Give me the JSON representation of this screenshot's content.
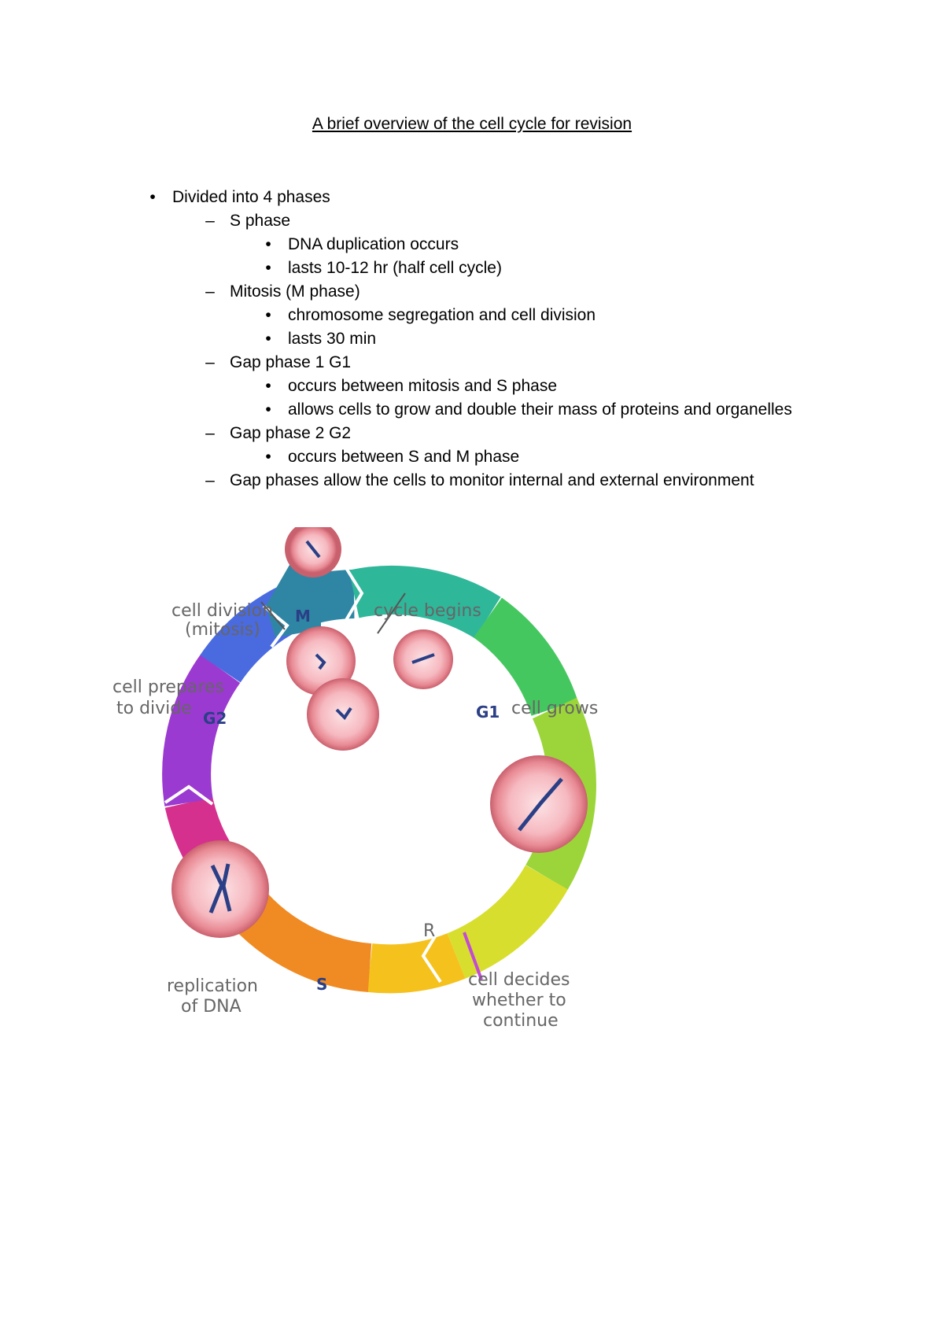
{
  "title": "A brief overview of the cell cycle for revision",
  "outline": {
    "item1": "Divided into 4 phases",
    "s_phase": "S phase",
    "s_b1": "DNA duplication occurs",
    "s_b2": "lasts 10-12 hr (half cell cycle)",
    "m_phase": "Mitosis (M phase)",
    "m_b1": "chromosome segregation and cell division",
    "m_b2": "lasts 30 min",
    "g1_phase": "Gap phase 1 G1",
    "g1_b1": "occurs between mitosis and S phase",
    "g1_b2": "allows cells to grow and double their mass of proteins and organelles",
    "g2_phase": "Gap phase 2 G2",
    "g2_b1": "occurs between S and M phase",
    "gap_note": "Gap phases allow the cells to monitor internal and external environment"
  },
  "markers": {
    "bullet": "•",
    "dash": "–"
  },
  "diagram": {
    "cell_division_1": "cell division",
    "cell_division_2": "(mitosis)",
    "cycle_begins": "cycle begins",
    "prepares_1": "cell prepares",
    "prepares_2": "to divide",
    "grows": "cell grows",
    "replication_1": "replication",
    "replication_2": "of DNA",
    "decides_1": "cell decides",
    "decides_2": "whether to",
    "decides_3": "continue",
    "phase_m": "M",
    "phase_g1": "G1",
    "phase_g2": "G2",
    "phase_s": "S",
    "restriction": "R"
  }
}
